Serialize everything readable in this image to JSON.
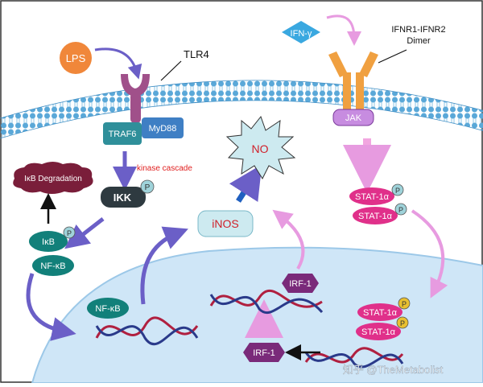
{
  "labels": {
    "lps": "LPS",
    "tlr4": "TLR4",
    "traf6": "TRAF6",
    "myd88": "MyD88",
    "kinase_cascade": "kinase cascade",
    "ikk": "IKK",
    "p": "P",
    "ikb_degradation": "IκB Degradation",
    "ikb": "IκB",
    "nfkb": "NF-κB",
    "nfkb_nucleus": "NF-κB",
    "no": "NO",
    "inos": "iNOS",
    "ifn": "IFN-γ",
    "receptor_line1": "IFNR1-IFNR2",
    "receptor_line2": "Dimer",
    "jak": "JAK",
    "stat": "STAT-1α",
    "irf1_bound": "IRF-1",
    "irf1_free": "IRF-1",
    "watermark": "知乎 @TheMetabolist"
  },
  "colors": {
    "lps_orange": "#f0873a",
    "membrane_blue": "#5aa8d8",
    "receptor_purple": "#a0508a",
    "traf_teal": "#2f8f9a",
    "myd88_blue": "#3f7fc4",
    "ikk_dark": "#2e3a40",
    "phospho": "#9fd3da",
    "degradation_maroon": "#7a1e3a",
    "nfkb_teal": "#12807a",
    "arrow_purple": "#6b5fc7",
    "arrow_pink": "#e79be0",
    "inos_fill": "#cdeaf0",
    "no_red": "#d0202a",
    "ifn_blue": "#3aa8e0",
    "receptor_orange": "#f0a040",
    "jak_violet": "#c78ce0",
    "stat_pink": "#e0308a",
    "irf_purple": "#7a2a7a",
    "nucleus_fill": "#cfe6f7",
    "dna_red": "#b02040",
    "dna_blue": "#2a3a8a",
    "kinase_red": "#e02020"
  }
}
